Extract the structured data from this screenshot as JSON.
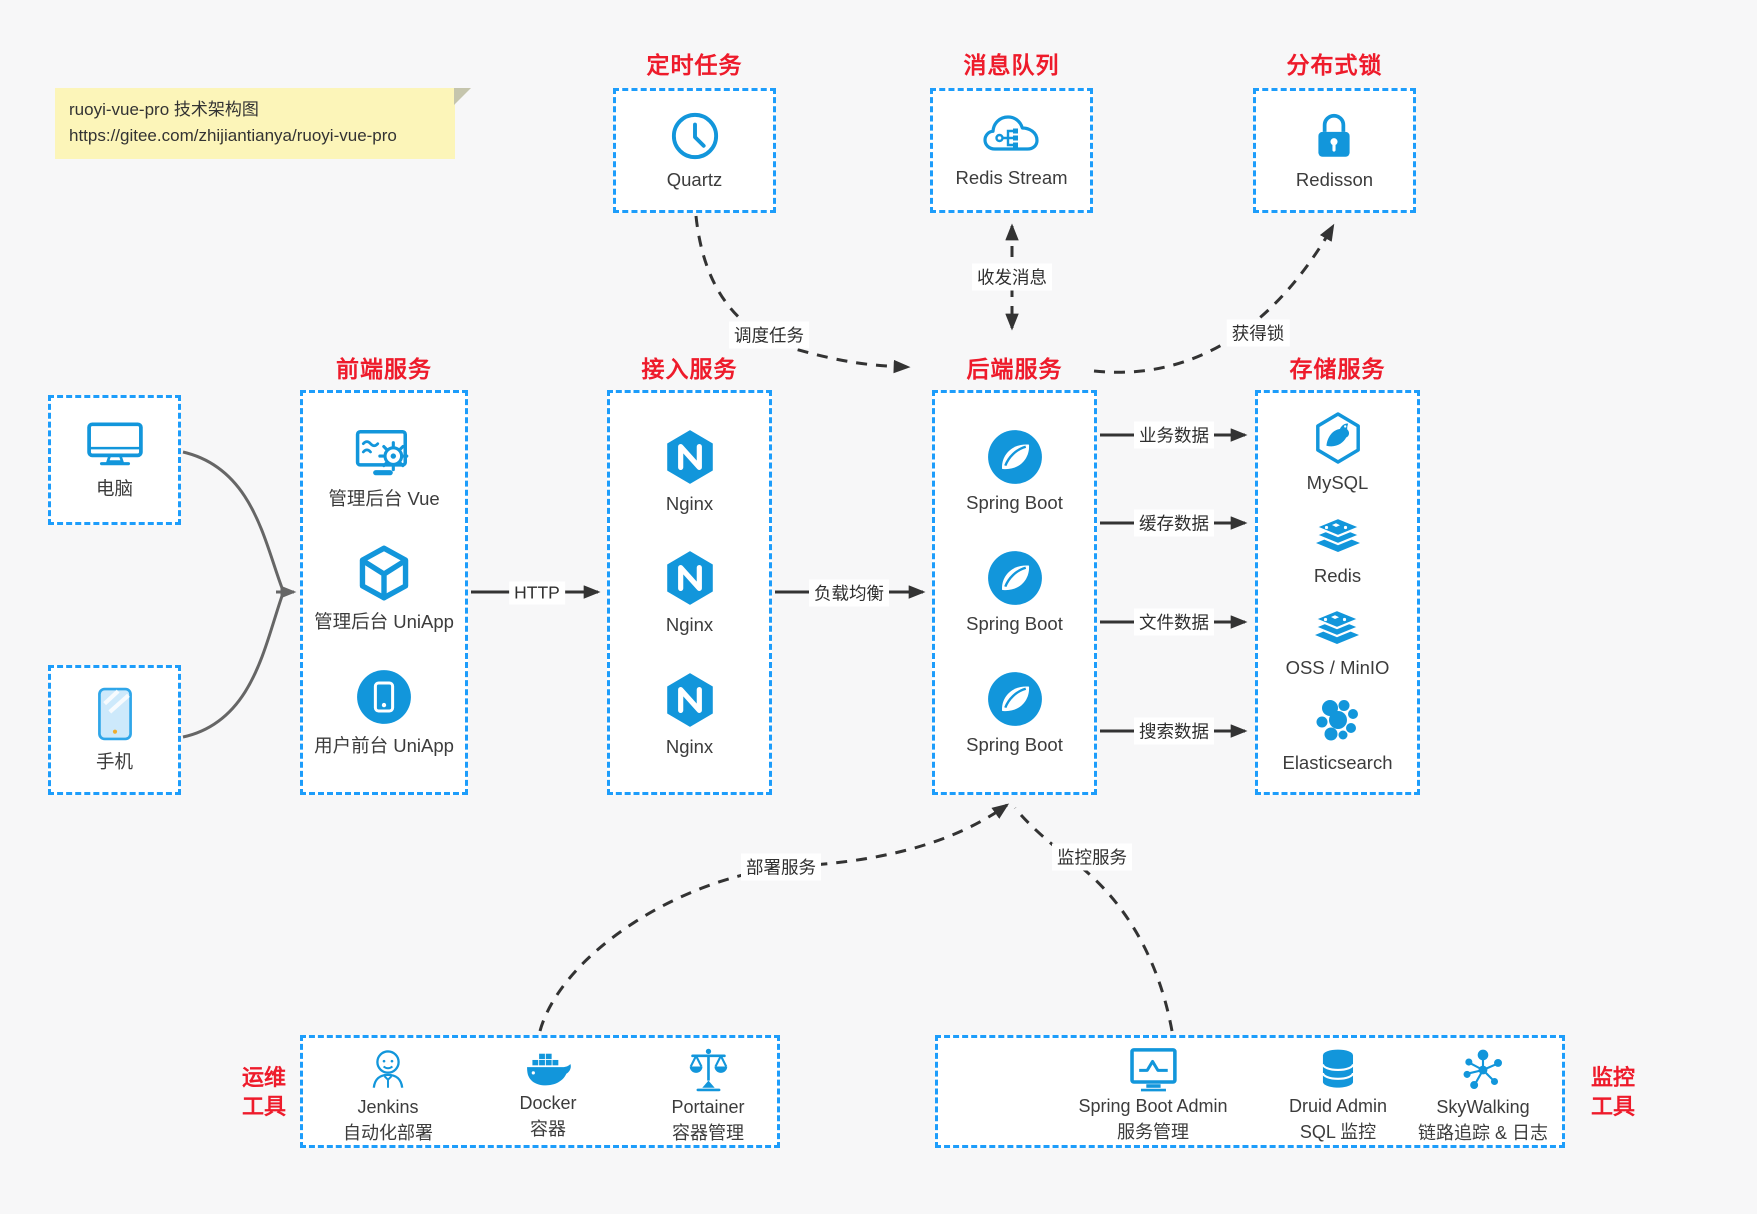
{
  "note": {
    "line1": "ruoyi-vue-pro 技术架构图",
    "line2": "https://gitee.com/zhijiantianya/ruoyi-vue-pro"
  },
  "top_groups": [
    {
      "header": "定时任务",
      "icon": "clock-icon",
      "label": "Quartz"
    },
    {
      "header": "消息队列",
      "icon": "cloud-mq-icon",
      "label": "Redis Stream"
    },
    {
      "header": "分布式锁",
      "icon": "lock-icon",
      "label": "Redisson"
    }
  ],
  "clients": [
    {
      "icon": "desktop-icon",
      "label": "电脑"
    },
    {
      "icon": "phone-icon",
      "label": "手机"
    }
  ],
  "columns": [
    {
      "header": "前端服务",
      "items": [
        {
          "icon": "admin-vue-icon",
          "label": "管理后台 Vue"
        },
        {
          "icon": "cube-icon",
          "label": "管理后台 UniApp"
        },
        {
          "icon": "user-app-icon",
          "label": "用户前台 UniApp"
        }
      ]
    },
    {
      "header": "接入服务",
      "items": [
        {
          "icon": "nginx-icon",
          "label": "Nginx"
        },
        {
          "icon": "nginx-icon",
          "label": "Nginx"
        },
        {
          "icon": "nginx-icon",
          "label": "Nginx"
        }
      ]
    },
    {
      "header": "后端服务",
      "items": [
        {
          "icon": "spring-icon",
          "label": "Spring Boot"
        },
        {
          "icon": "spring-icon",
          "label": "Spring Boot"
        },
        {
          "icon": "spring-icon",
          "label": "Spring Boot"
        }
      ]
    },
    {
      "header": "存储服务",
      "items": [
        {
          "icon": "mysql-icon",
          "label": "MySQL"
        },
        {
          "icon": "redis-stack-icon",
          "label": "Redis"
        },
        {
          "icon": "redis-stack-icon",
          "label": "OSS / MinIO"
        },
        {
          "icon": "elasticsearch-icon",
          "label": "Elasticsearch"
        }
      ]
    }
  ],
  "edges": {
    "http": "HTTP",
    "load_balance": "负载均衡",
    "business_data": "业务数据",
    "cache_data": "缓存数据",
    "file_data": "文件数据",
    "search_data": "搜索数据",
    "schedule_task": "调度任务",
    "send_receive_msg": "收发消息",
    "acquire_lock": "获得锁",
    "deploy_service": "部署服务",
    "monitor_service": "监控服务"
  },
  "bottom_groups": [
    {
      "side": [
        "运维",
        "工具"
      ],
      "items": [
        {
          "icon": "jenkins-icon",
          "name": "Jenkins",
          "desc": "自动化部署"
        },
        {
          "icon": "docker-icon",
          "name": "Docker",
          "desc": "容器"
        },
        {
          "icon": "portainer-icon",
          "name": "Portainer",
          "desc": "容器管理"
        }
      ]
    },
    {
      "side": [
        "监控",
        "工具"
      ],
      "items": [
        {
          "icon": "spring-boot-admin-icon",
          "name": "Spring Boot Admin",
          "desc": "服务管理"
        },
        {
          "icon": "druid-icon",
          "name": "Druid Admin",
          "desc": "SQL 监控"
        },
        {
          "icon": "skywalking-icon",
          "name": "SkyWalking",
          "desc": "链路追踪 & 日志"
        }
      ]
    }
  ],
  "colors": {
    "accent_blue": "#1296db",
    "border_blue": "#1d9dfb",
    "header_red": "#ee1b2b",
    "note_bg": "#fcf5b9",
    "background": "#f7f7f8"
  }
}
